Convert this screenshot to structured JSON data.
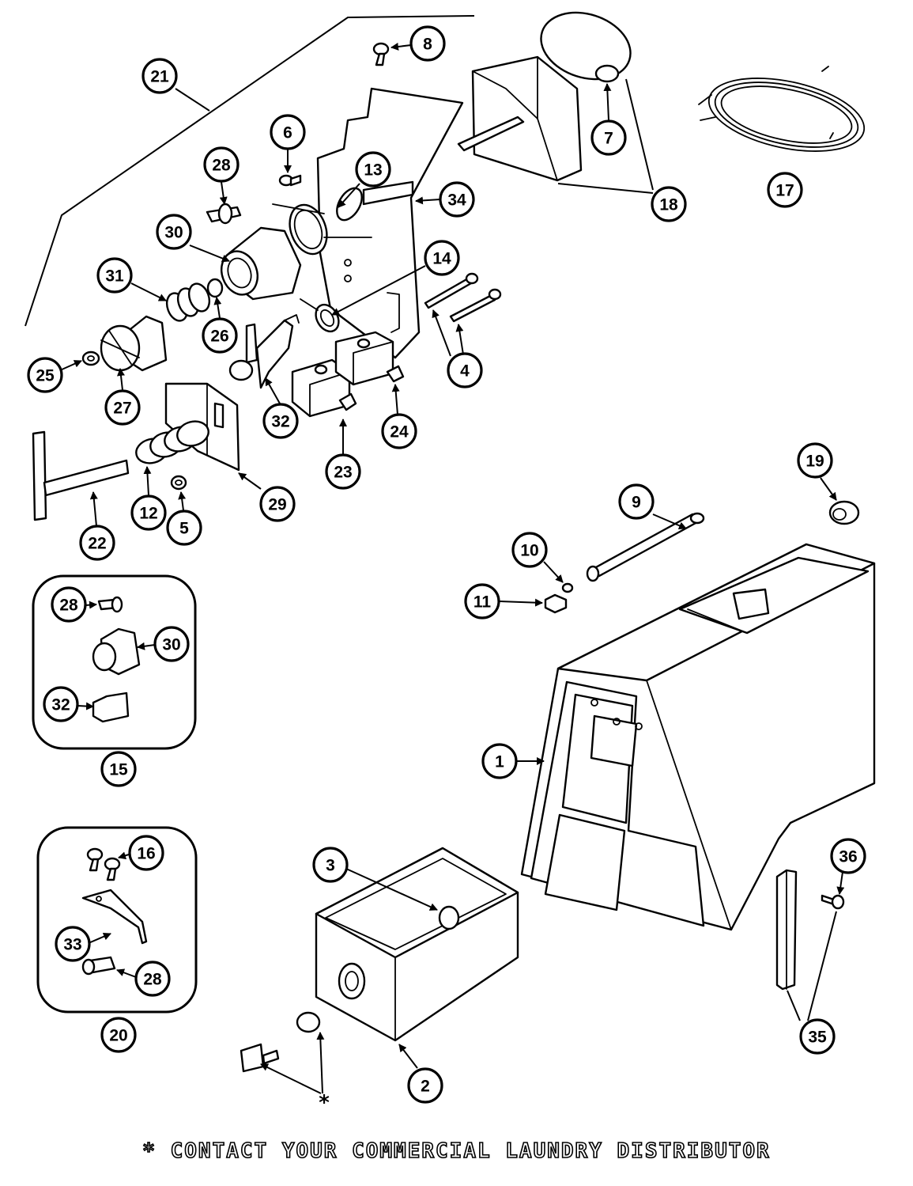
{
  "callouts": [
    {
      "id": "c1",
      "label": "1"
    },
    {
      "id": "c2",
      "label": "2"
    },
    {
      "id": "c3",
      "label": "3"
    },
    {
      "id": "c4",
      "label": "4"
    },
    {
      "id": "c5",
      "label": "5"
    },
    {
      "id": "c6",
      "label": "6"
    },
    {
      "id": "c7",
      "label": "7"
    },
    {
      "id": "c8",
      "label": "8"
    },
    {
      "id": "c9",
      "label": "9"
    },
    {
      "id": "c10",
      "label": "10"
    },
    {
      "id": "c11",
      "label": "11"
    },
    {
      "id": "c12",
      "label": "12"
    },
    {
      "id": "c13",
      "label": "13"
    },
    {
      "id": "c14",
      "label": "14"
    },
    {
      "id": "c15",
      "label": "15"
    },
    {
      "id": "c16",
      "label": "16"
    },
    {
      "id": "c17",
      "label": "17"
    },
    {
      "id": "c18",
      "label": "18"
    },
    {
      "id": "c19",
      "label": "19"
    },
    {
      "id": "c20",
      "label": "20"
    },
    {
      "id": "c21",
      "label": "21"
    },
    {
      "id": "c22",
      "label": "22"
    },
    {
      "id": "c23",
      "label": "23"
    },
    {
      "id": "c24",
      "label": "24"
    },
    {
      "id": "c25",
      "label": "25"
    },
    {
      "id": "c26",
      "label": "26"
    },
    {
      "id": "c27",
      "label": "27"
    },
    {
      "id": "c28a",
      "label": "28"
    },
    {
      "id": "c28b",
      "label": "28"
    },
    {
      "id": "c28c",
      "label": "28"
    },
    {
      "id": "c29",
      "label": "29"
    },
    {
      "id": "c30a",
      "label": "30"
    },
    {
      "id": "c30b",
      "label": "30"
    },
    {
      "id": "c31",
      "label": "31"
    },
    {
      "id": "c32a",
      "label": "32"
    },
    {
      "id": "c32b",
      "label": "32"
    },
    {
      "id": "c33",
      "label": "33"
    },
    {
      "id": "c34",
      "label": "34"
    },
    {
      "id": "c35",
      "label": "35"
    },
    {
      "id": "c36",
      "label": "36"
    }
  ],
  "asterisk": "*",
  "footnote": "* CONTACT YOUR COMMERCIAL LAUNDRY DISTRIBUTOR"
}
